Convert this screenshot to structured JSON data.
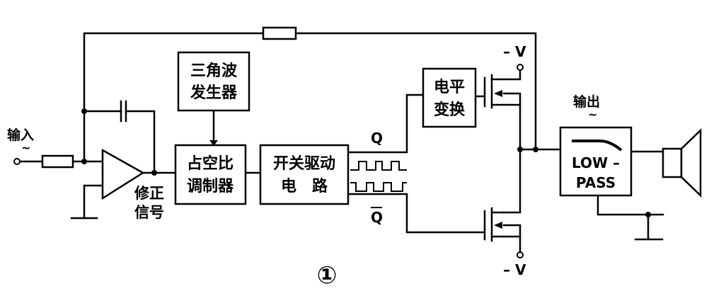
{
  "labels": {
    "input": "输入",
    "input_tilde": "~",
    "triangle_gen_line1": "三角波",
    "triangle_gen_line2": "发生器",
    "pwm_line1": "占空比",
    "pwm_line2": "调制器",
    "driver_line1": "开关驱动",
    "driver_line2": "电　路",
    "level_shift_line1": "电平",
    "level_shift_line2": "变换",
    "correction_line1": "修正",
    "correction_line2": "信号",
    "q": "Q",
    "q_bar": "Q",
    "neg_v_top": "– V",
    "neg_v_bottom": "– V",
    "output": "输出",
    "output_tilde": "~",
    "lowpass_line1": "LOW –",
    "lowpass_line2": "PASS",
    "figure_number": "①"
  }
}
